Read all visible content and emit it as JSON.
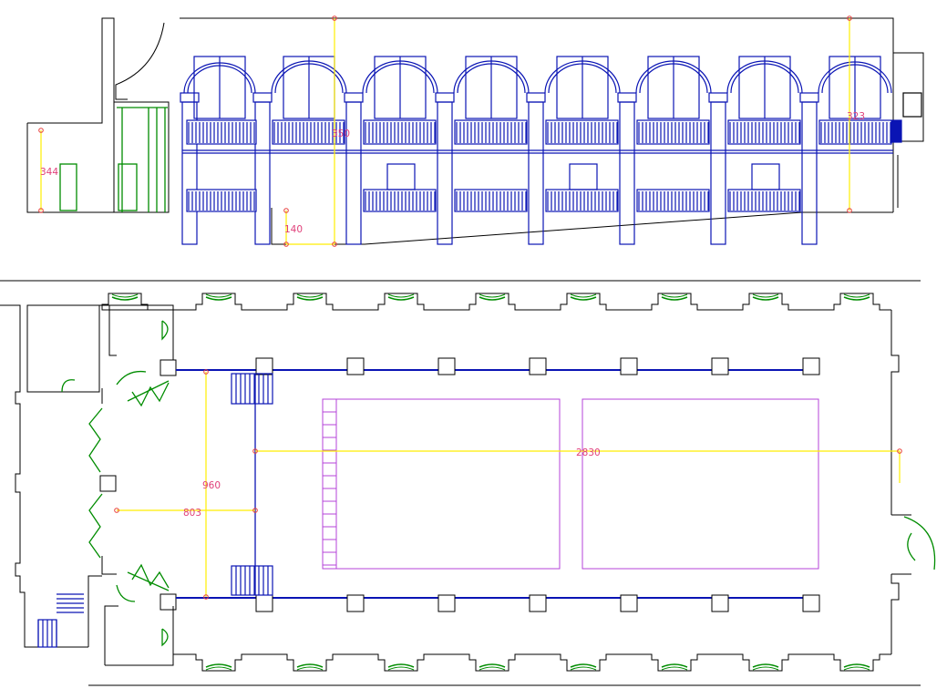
{
  "colors": {
    "background": "#ffffff",
    "wall": "#000000",
    "structure": "#0a14b4",
    "door": "#008c00",
    "dimension_line": "#ffee00",
    "dimension_text": "#e0407a",
    "dimension_point": "#e8403c",
    "zone_outline": "#b443d9"
  },
  "elevation": {
    "dimensions": {
      "left_height": "344",
      "mid_height": "350",
      "right_height": "323",
      "plinth": "140"
    }
  },
  "plan": {
    "dimensions": {
      "length": "2830",
      "width": "960",
      "entry_depth": "803"
    }
  }
}
